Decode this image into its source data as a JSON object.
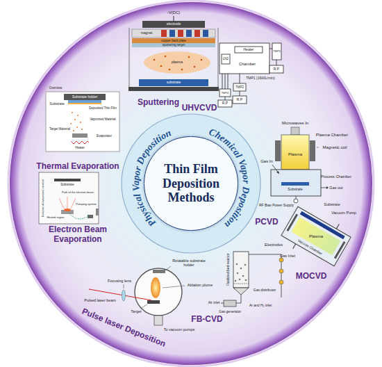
{
  "diagram": {
    "nodes": [
      {
        "text": [
          "Thin Film Deposition Methods"
        ]
      }
    ],
    "labels": [
      "Sputtering",
      "-V(DC)",
      "electrode",
      "magnet",
      "copper back plate",
      "sputtering target",
      "plasma",
      "substrate",
      "UHVCVD",
      "LN2",
      "Heater",
      "Chamber",
      "TMP3",
      "R.P",
      "TMP1 (1600L/min)",
      "TMP2",
      "R.P",
      "TMP4",
      "R.P",
      "PCVD",
      "Microwaves In",
      "Plasma Chamber",
      "Magnetic coil",
      "Plasma",
      "Gas In",
      "Substrate",
      "Process Chamber",
      "Gas out",
      "RF Bias Power Supply",
      "MOCVD",
      "Substrate",
      "Vacuum Pump",
      "Plasma",
      "Vacuum Chamber",
      "Electrodes",
      "Gas Inlet",
      "FB-CVD",
      "Fluidized bed reactor",
      "Gas distributor",
      "Air inlet",
      "Gas generator",
      "Ar and H₂ inlet",
      "Pulse laser Deposition",
      "Rotatable substrate holder",
      "Focusing lens",
      "Pulsed laser beam",
      "Ablation plume",
      "Target",
      "To vacuum pumps",
      "Electron Beam Evaporation",
      "Substrate",
      "Path of the electron beam",
      "Pumping system",
      "Direction of evaporated material",
      "Heated region",
      "Thermal Evaporation",
      "Overview",
      "Substrate holder",
      "Substrate",
      "Deposited Thin Film",
      "Vaporized Material",
      "Target Material",
      "Evaporator",
      "Heater",
      "Physical Vapor Deposition",
      "Chemical Vapor Deposition"
    ]
  }
}
